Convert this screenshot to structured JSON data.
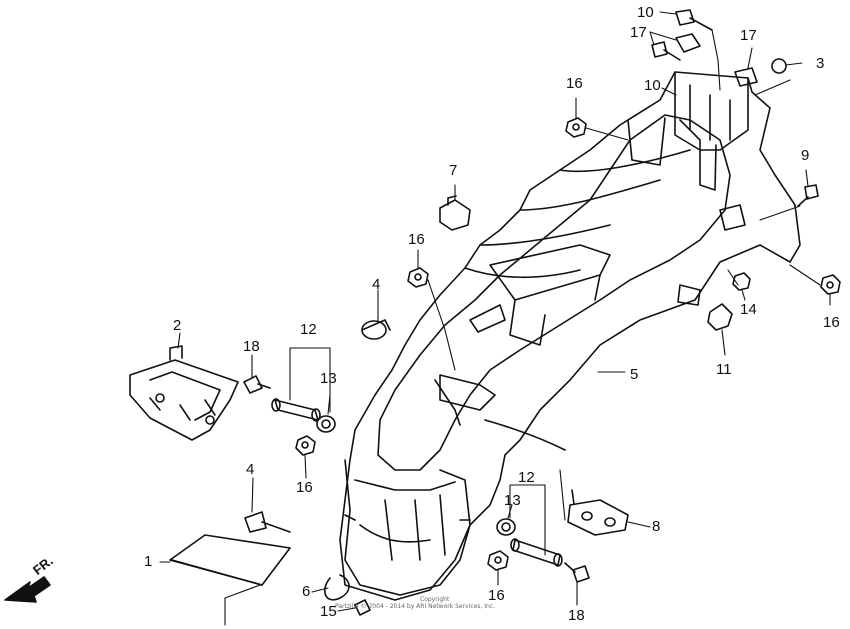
{
  "diagram": {
    "direction_label": "FR.",
    "copyright_lines": [
      "Copyright",
      "Partzilla © 2004 - 2014 by ARI Network Services, Inc."
    ],
    "callouts": [
      {
        "id": "c10a",
        "text": "10"
      },
      {
        "id": "c17a",
        "text": "17"
      },
      {
        "id": "c17b",
        "text": "17"
      },
      {
        "id": "c3",
        "text": "3"
      },
      {
        "id": "c10b",
        "text": "10"
      },
      {
        "id": "c16a",
        "text": "16"
      },
      {
        "id": "c9",
        "text": "9"
      },
      {
        "id": "c7",
        "text": "7"
      },
      {
        "id": "c16b",
        "text": "16"
      },
      {
        "id": "c4a",
        "text": "4"
      },
      {
        "id": "c2",
        "text": "2"
      },
      {
        "id": "c12a",
        "text": "12"
      },
      {
        "id": "c18a",
        "text": "18"
      },
      {
        "id": "c13a",
        "text": "13"
      },
      {
        "id": "c14",
        "text": "14"
      },
      {
        "id": "c16c",
        "text": "16"
      },
      {
        "id": "c11",
        "text": "11"
      },
      {
        "id": "c5",
        "text": "5"
      },
      {
        "id": "c16d",
        "text": "16"
      },
      {
        "id": "c4b",
        "text": "4"
      },
      {
        "id": "c12b",
        "text": "12"
      },
      {
        "id": "c13b",
        "text": "13"
      },
      {
        "id": "c8",
        "text": "8"
      },
      {
        "id": "c1",
        "text": "1"
      },
      {
        "id": "c6",
        "text": "6"
      },
      {
        "id": "c16e",
        "text": "16"
      },
      {
        "id": "c15",
        "text": "15"
      },
      {
        "id": "c18b",
        "text": "18"
      }
    ]
  }
}
